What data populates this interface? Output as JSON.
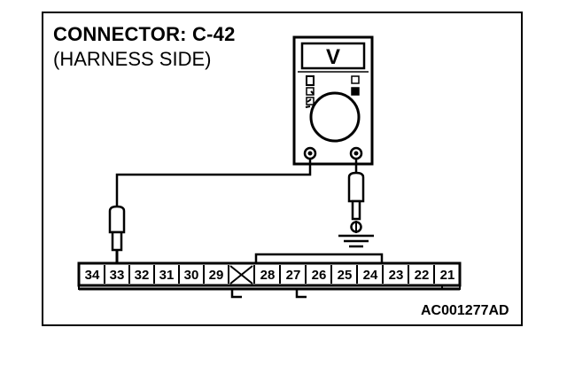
{
  "title": "CONNECTOR: C-42",
  "subtitle": "(HARNESS SIDE)",
  "figure_code": "AC001277AD",
  "meter_symbol": "V",
  "pins": [
    "34",
    "33",
    "32",
    "31",
    "30",
    "29",
    "",
    "28",
    "27",
    "26",
    "25",
    "24",
    "23",
    "22",
    "21"
  ]
}
